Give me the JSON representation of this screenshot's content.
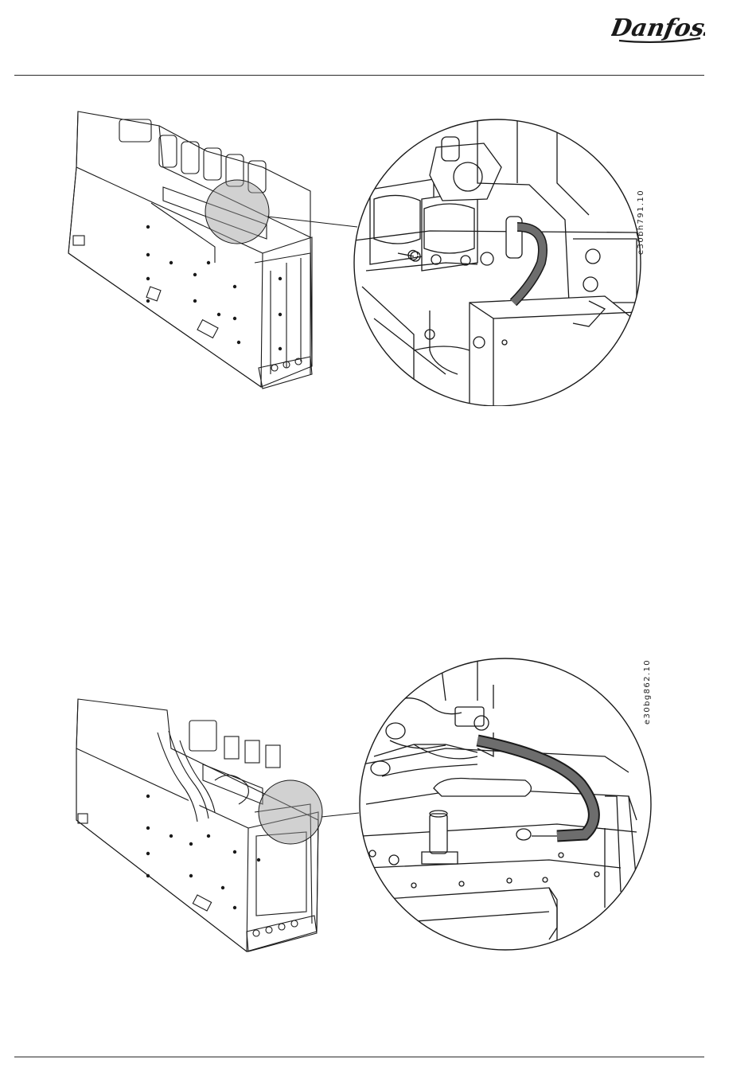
{
  "header": {
    "logo_text": "Danfoss"
  },
  "figures": [
    {
      "code": "e30bh791.10",
      "subject": "drive module with detail of grounding cable at DC busbar bracket"
    },
    {
      "code": "e30bg862.10",
      "subject": "drive module with detail of grounding cable between busbar and bracket"
    }
  ],
  "colors": {
    "line": "#1a1a1a",
    "cable": "#6d6d6d",
    "highlight_circle": "#9a9a9a",
    "page_rule": "#2a2a2a"
  }
}
